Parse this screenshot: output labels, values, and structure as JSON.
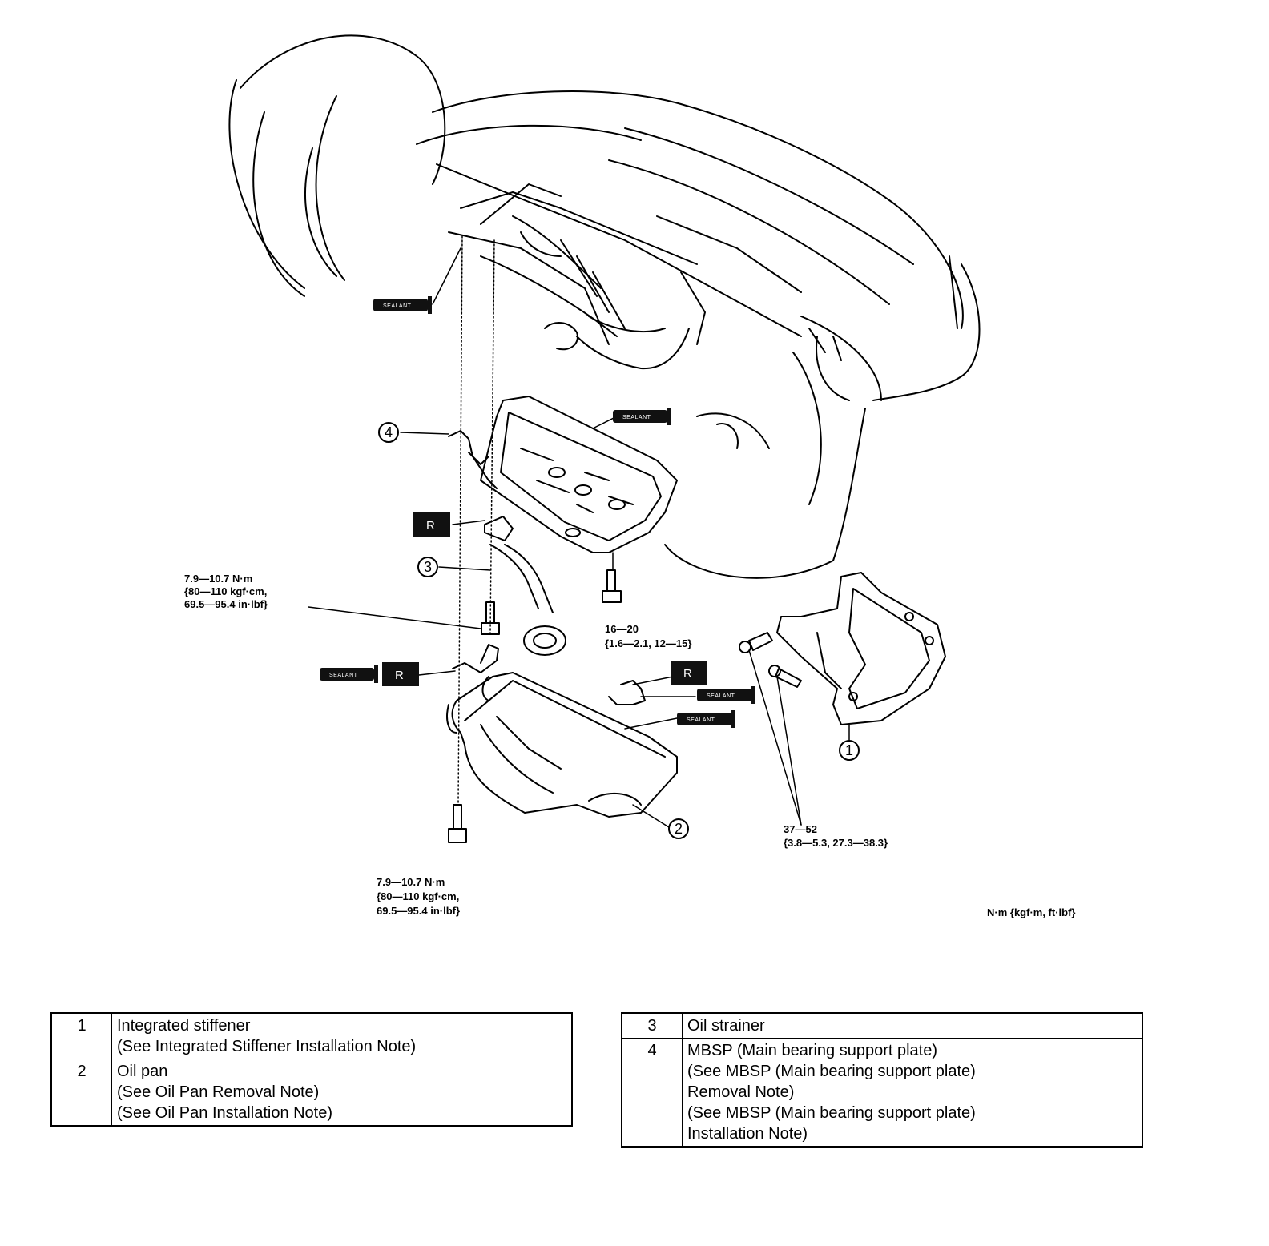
{
  "callouts": {
    "c1": "1",
    "c2": "2",
    "c3": "3",
    "c4": "4"
  },
  "tags": {
    "replace": "R",
    "sealant": "SEALANT"
  },
  "torque": {
    "strainer_bolt": [
      "7.9—10.7 N·m",
      "{80—110 kgf·cm,",
      "69.5—95.4 in·lbf}"
    ],
    "mbsp_bolt": [
      "16—20",
      "{1.6—2.1, 12—15}"
    ],
    "oil_pan_bolt": [
      "7.9—10.7 N·m",
      "{80—110 kgf·cm,",
      "69.5—95.4 in·lbf}"
    ],
    "stiffener_bolt": [
      "37—52",
      "{3.8—5.3, 27.3—38.3}"
    ],
    "units": "N·m {kgf·m, ft·lbf}"
  },
  "parts_left": [
    {
      "num": "1",
      "lines": [
        "Integrated stiffener",
        "(See Integrated Stiffener Installation Note)"
      ]
    },
    {
      "num": "2",
      "lines": [
        "Oil pan",
        "(See Oil Pan Removal Note)",
        "(See Oil Pan Installation Note)"
      ]
    }
  ],
  "parts_right": [
    {
      "num": "3",
      "lines": [
        "Oil strainer"
      ]
    },
    {
      "num": "4",
      "lines": [
        "MBSP (Main bearing support plate)",
        "(See MBSP (Main bearing support plate)",
        "Removal Note)",
        "(See MBSP (Main bearing support plate)",
        "Installation Note)"
      ]
    }
  ]
}
